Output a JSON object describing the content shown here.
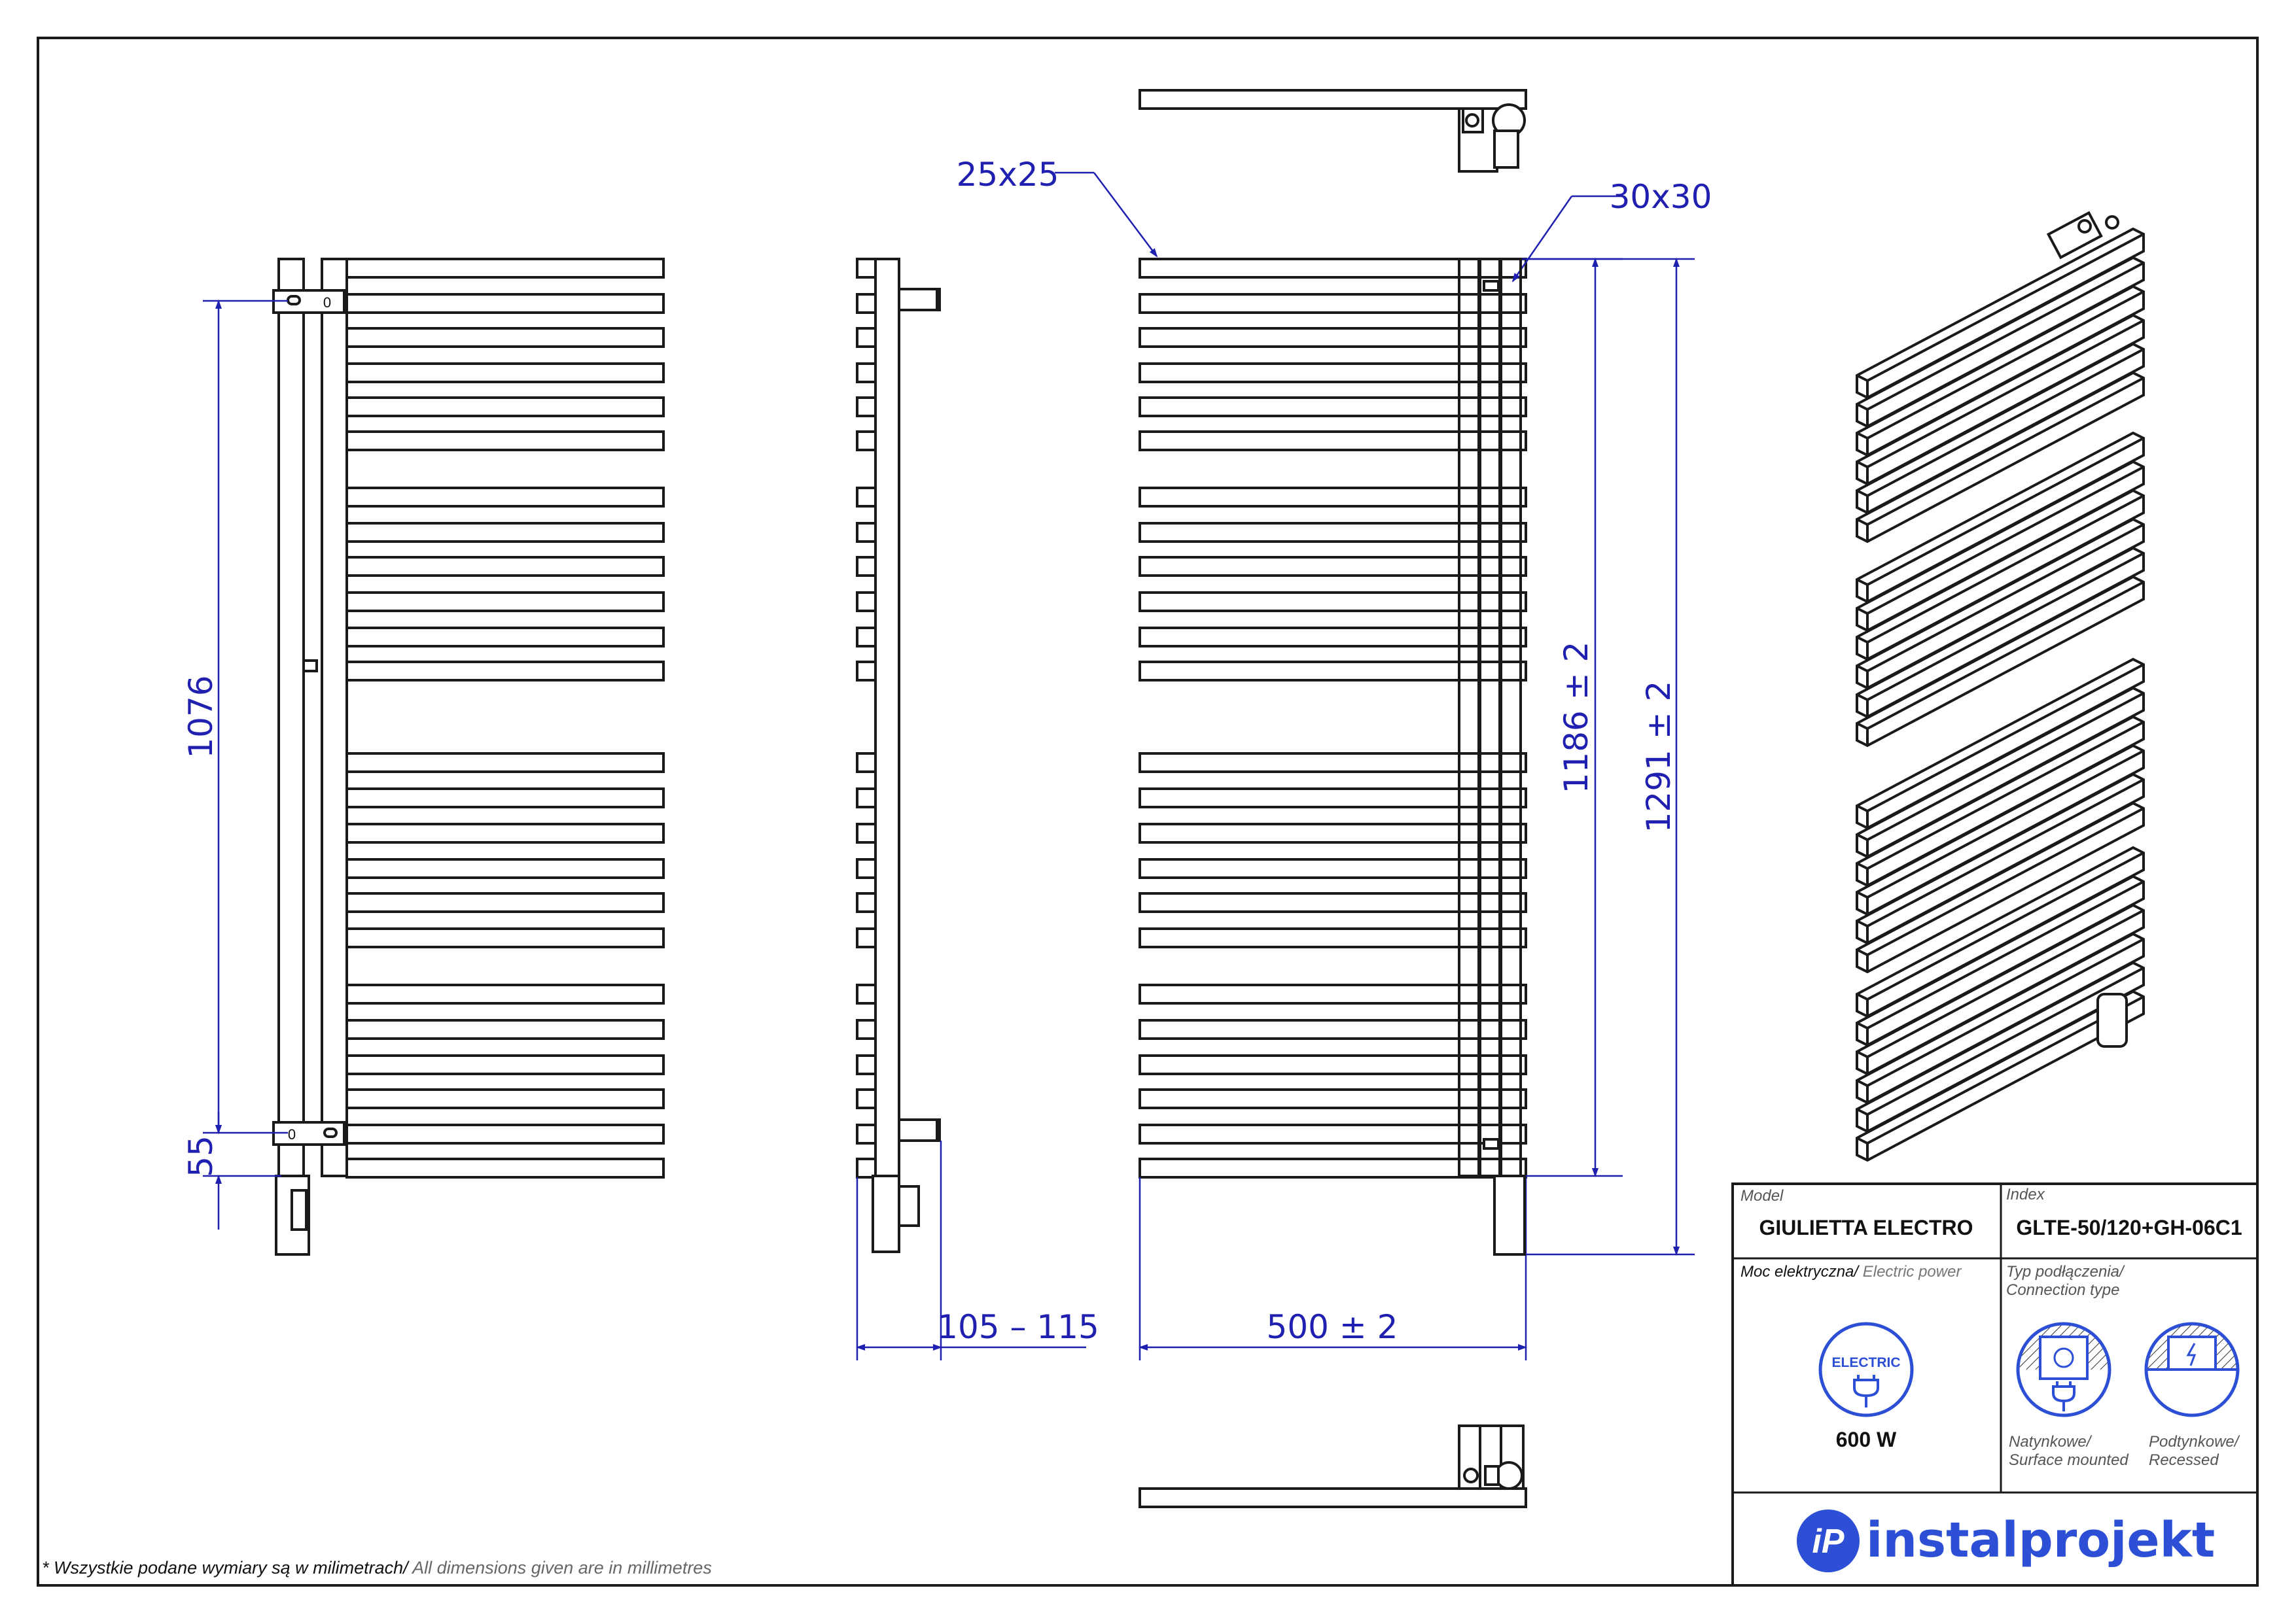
{
  "drawing": {
    "dimensions": {
      "pitch_bar": "25x25",
      "collector": "30x30",
      "mount_spacing": "1076",
      "bottom_offset": "55",
      "height_inner": "1186 ± 2",
      "height_total": "1291 ± 2",
      "depth": "105 – 115",
      "width": "500 ± 2"
    },
    "label_zero": "0"
  },
  "title_block": {
    "model_label": "Model",
    "model_value": "GIULIETTA ELECTRO",
    "index_label": "Index",
    "index_value": "GLTE-50/120+GH-06C1",
    "power_label": "Moc elektryczna/",
    "power_label_en": " Electric power",
    "power_badge": "ELECTRIC",
    "power_value": "600 W",
    "connection_label": "Typ podłączenia/",
    "connection_label_en": "Connection type",
    "surface_pl": "Natynkowe/",
    "surface_en": "Surface mounted",
    "recessed_pl": "Podtynkowe/",
    "recessed_en": "Recessed",
    "brand": "instalprojekt",
    "brand_mark": "iP"
  },
  "footnote": {
    "pl": "* Wszystkie podane wymiary są w milimetrach/",
    "en": " All dimensions given are in millimetres"
  },
  "colors": {
    "dimension": "#1f1fb0",
    "line": "#1a1a1a",
    "brand": "#2c4fd6"
  }
}
